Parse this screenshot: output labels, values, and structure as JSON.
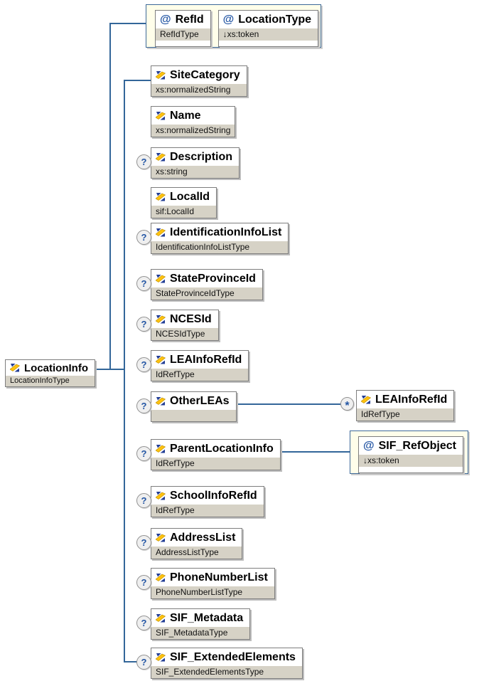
{
  "diagram": {
    "root": {
      "name": "LocationInfo",
      "type": "LocationInfoType"
    },
    "attribute_group": {
      "attributes": [
        {
          "prefix": "@",
          "name": "RefId",
          "type": "RefIdType"
        },
        {
          "prefix": "@",
          "name": "LocationType",
          "type": "↓xs:token"
        }
      ]
    },
    "children": [
      {
        "name": "SiteCategory",
        "type": "xs:normalizedString",
        "optional": false
      },
      {
        "name": "Name",
        "type": "xs:normalizedString",
        "optional": false
      },
      {
        "name": "Description",
        "type": "xs:string",
        "optional": true
      },
      {
        "name": "LocalId",
        "type": "sif:LocalId",
        "optional": false
      },
      {
        "name": "IdentificationInfoList",
        "type": "IdentificationInfoListType",
        "optional": true
      },
      {
        "name": "StateProvinceId",
        "type": "StateProvinceIdType",
        "optional": true
      },
      {
        "name": "NCESId",
        "type": "NCESIdType",
        "optional": true
      },
      {
        "name": "LEAInfoRefId",
        "type": "IdRefType",
        "optional": true
      },
      {
        "name": "OtherLEAs",
        "type": "",
        "optional": true
      },
      {
        "name": "ParentLocationInfo",
        "type": "IdRefType",
        "optional": true
      },
      {
        "name": "SchoolInfoRefId",
        "type": "IdRefType",
        "optional": true
      },
      {
        "name": "AddressList",
        "type": "AddressListType",
        "optional": true
      },
      {
        "name": "PhoneNumberList",
        "type": "PhoneNumberListType",
        "optional": true
      },
      {
        "name": "SIF_Metadata",
        "type": "SIF_MetadataType",
        "optional": true
      },
      {
        "name": "SIF_ExtendedElements",
        "type": "SIF_ExtendedElementsType",
        "optional": true
      }
    ],
    "other_leas_child": {
      "name": "LEAInfoRefId",
      "type": "IdRefType"
    },
    "parent_location_attribute": {
      "prefix": "@",
      "name": "SIF_RefObject",
      "type": "↓xs:token"
    },
    "markers": {
      "optional": "?",
      "repeats": "*"
    },
    "colors": {
      "connector": "#336699",
      "group_background": "#fffeea",
      "group_border": "#3d6999",
      "type_bar": "#d6d2c6",
      "accent_blue": "#2456a4"
    }
  }
}
